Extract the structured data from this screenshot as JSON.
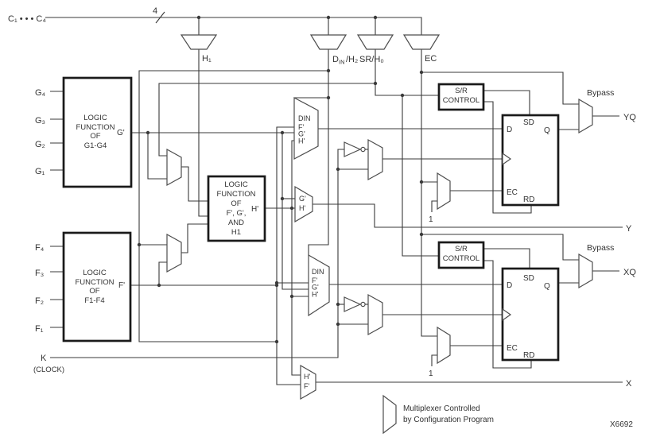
{
  "colors": {
    "background": "#ffffff",
    "wire": "#3a3a3a",
    "text": "#333333",
    "box_border": "#1a1a1a"
  },
  "figure_code": "X6692",
  "bus": {
    "label": "C₁ • • • C₄",
    "width": "4"
  },
  "top_muxes": {
    "h1": "H₁",
    "din_d": "D",
    "din_sub": "IN",
    "din_h": "/H₂",
    "sr": "SR/H₀",
    "ec": "EC"
  },
  "g_block": {
    "inputs": [
      "G₄",
      "G₃",
      "G₂",
      "G₁"
    ],
    "lines": [
      "LOGIC",
      "FUNCTION",
      "OF",
      "G1-G4"
    ],
    "out": "G'"
  },
  "f_block": {
    "inputs": [
      "F₄",
      "F₃",
      "F₂",
      "F₁"
    ],
    "lines": [
      "LOGIC",
      "FUNCTION",
      "OF",
      "F1-F4"
    ],
    "out": "F'"
  },
  "h_block": {
    "lines": [
      "LOGIC",
      "FUNCTION",
      "OF",
      "F', G',",
      "AND",
      "H1"
    ],
    "out": "H'"
  },
  "clock": {
    "label": "K",
    "sub": "(CLOCK)"
  },
  "d_mux": [
    "DIN",
    "F'",
    "G'",
    "H'"
  ],
  "gh_mux": [
    "G'",
    "H'"
  ],
  "hf_mux": [
    "H'",
    "F'"
  ],
  "sr_control": [
    "S/R",
    "CONTROL"
  ],
  "ff": {
    "d": "D",
    "sd": "SD",
    "q": "Q",
    "ec": "EC",
    "rd": "RD"
  },
  "const_one": "1",
  "bypass_label": "Bypass",
  "outputs": {
    "yq": "YQ",
    "y": "Y",
    "xq": "XQ",
    "x": "X"
  },
  "legend": {
    "line1": "Multiplexer Controlled",
    "line2": "by Configuration Program"
  }
}
